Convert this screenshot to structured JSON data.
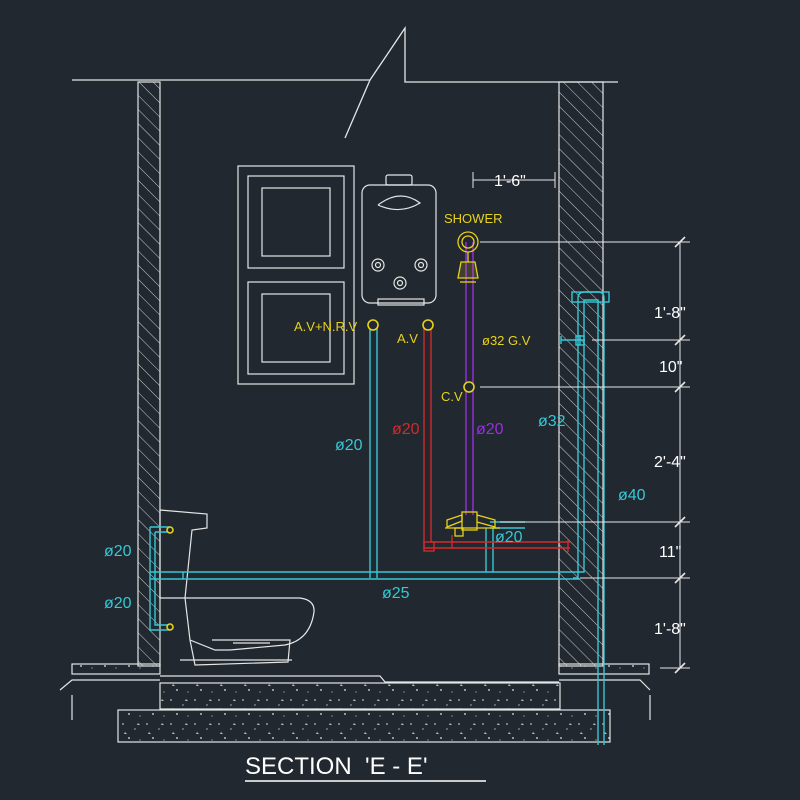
{
  "title": "SECTION  'E - E'",
  "colors": {
    "background": "#212830",
    "line": "#e6e6e6",
    "cyan": "#35c8d6",
    "red": "#d42a2a",
    "purple": "#9a2ee0",
    "yellow": "#e8d21a",
    "white": "#ffffff"
  },
  "labels": {
    "shower": "SHOWER",
    "av_nrv": "A.V+N.R.V",
    "av": "A.V",
    "gv": "ø32 G.V",
    "cv": "C.V",
    "pipe_cold_d20": "ø20",
    "pipe_hot_d20": "ø20",
    "pipe_mix_d20": "ø20",
    "pipe_d32": "ø32",
    "pipe_d40": "ø40",
    "pipe_mixer_d20": "ø20",
    "pipe_wc_d20_top": "ø20",
    "pipe_wc_d20_bottom": "ø20",
    "pipe_main_d25": "ø25"
  },
  "dimensions": {
    "horizontal": "1'-6\"",
    "v1": "1'-8\"",
    "v2": "10\"",
    "v3": "2'-4\"",
    "v4": "11\"",
    "v5": "1'-8\""
  },
  "icons": [
    "water-heater-icon",
    "toilet-icon",
    "window-icon",
    "shower-head-icon",
    "valve-icon",
    "mixer-tap-icon"
  ]
}
